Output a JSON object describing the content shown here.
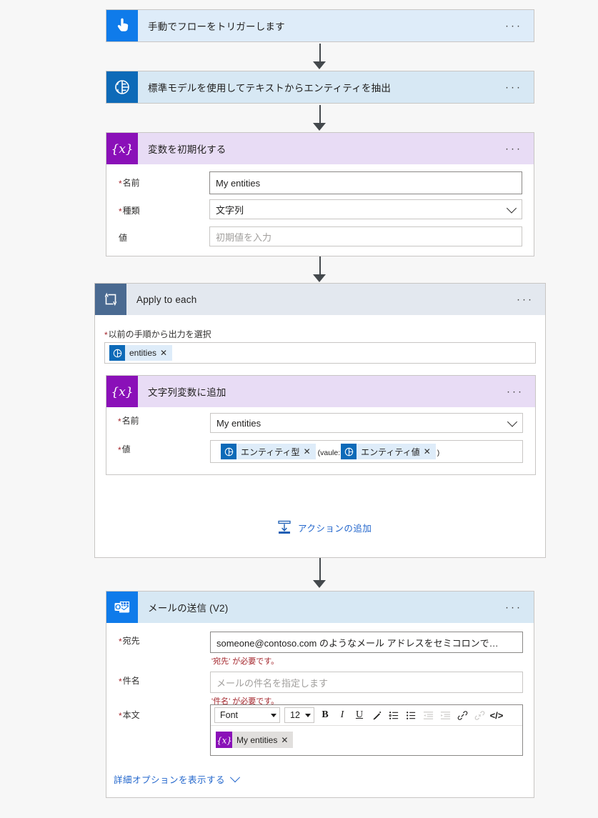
{
  "canvas": {
    "background": "#f7f7f7",
    "accent": "#2266cc"
  },
  "steps": [
    {
      "id": "trigger",
      "title": "手動でフローをトリガーします",
      "icon": "manual-trigger-icon",
      "header_color": "#deecf9",
      "tile_color": "#0f7bea",
      "menu": "···"
    },
    {
      "id": "ai-extract",
      "title": "標準モデルを使用してテキストからエンティティを抽出",
      "icon": "ai-builder-brain-icon",
      "header_color": "#d7e8f4",
      "tile_color": "#0d6ab8",
      "menu": "···"
    },
    {
      "id": "init-variable",
      "title": "変数を初期化する",
      "icon": "variable-icon",
      "header_color": "#e8dcf5",
      "tile_color": "#8a10b8",
      "menu": "···",
      "fields": [
        {
          "label": "名前",
          "required": true,
          "value": "My entities",
          "type": "text"
        },
        {
          "label": "種類",
          "required": true,
          "value": "文字列",
          "type": "select"
        },
        {
          "label": "値",
          "required": false,
          "placeholder": "初期値を入力",
          "type": "text"
        }
      ]
    },
    {
      "id": "apply-to-each",
      "title": "Apply to each",
      "icon": "loop-icon",
      "header_color": "#e3e8ef",
      "tile_color": "#4a6a91",
      "menu": "···",
      "select_output": {
        "label": "以前の手順から出力を選択",
        "required": true,
        "token": {
          "text": "entities",
          "icon": "ai-builder-brain-icon",
          "remove": "✕"
        }
      },
      "add_action": {
        "label": "アクションの追加",
        "icon": "add-action-icon"
      }
    },
    {
      "id": "append-to-string",
      "title": "文字列変数に追加",
      "icon": "variable-icon",
      "header_color": "#e8dcf5",
      "tile_color": "#8a10b8",
      "menu": "···",
      "fields": [
        {
          "label": "名前",
          "required": true,
          "value": "My entities",
          "type": "select"
        }
      ],
      "value_field": {
        "label": "値",
        "required": true,
        "token_a": {
          "text": "エンティティ型",
          "icon": "ai-builder-brain-icon",
          "remove": "✕"
        },
        "mid_text": "(vaule:",
        "token_b": {
          "text": "エンティティ値",
          "icon": "ai-builder-brain-icon",
          "remove": "✕"
        },
        "tail_text": ")"
      }
    },
    {
      "id": "send-email",
      "title": "メールの送信 (V2)",
      "icon": "outlook-icon",
      "header_color": "#d7e8f4",
      "tile_color": "#0f7bea",
      "menu": "···",
      "fields": [
        {
          "label": "宛先",
          "required": true,
          "value": "someone@contoso.com のようなメール アドレスをセミコロンで…",
          "error": "'宛先' が必要です。"
        },
        {
          "label": "件名",
          "required": true,
          "placeholder": "メールの件名を指定します",
          "error": "'件名' が必要です。"
        },
        {
          "label": "本文",
          "required": true
        }
      ],
      "body_editor": {
        "font_select": "Font",
        "size_select": "12",
        "buttons": [
          {
            "name": "bold",
            "glyph": "B"
          },
          {
            "name": "italic",
            "glyph": "I"
          },
          {
            "name": "underline",
            "glyph": "U"
          },
          {
            "name": "text-color",
            "glyph": "pen"
          },
          {
            "name": "bulleted-list",
            "glyph": "list"
          },
          {
            "name": "numbered-list",
            "glyph": "olist"
          },
          {
            "name": "decrease-indent",
            "glyph": "outdent",
            "disabled": true
          },
          {
            "name": "increase-indent",
            "glyph": "indent",
            "disabled": true
          },
          {
            "name": "insert-link",
            "glyph": "link"
          },
          {
            "name": "remove-link",
            "glyph": "unlink",
            "disabled": true
          },
          {
            "name": "code-view",
            "glyph": "</>"
          }
        ],
        "token": {
          "text": "My entities",
          "icon": "variable-icon",
          "remove": "✕"
        }
      },
      "advanced_options": {
        "label": "詳細オプションを表示する",
        "icon": "chevron-down-icon"
      }
    }
  ]
}
